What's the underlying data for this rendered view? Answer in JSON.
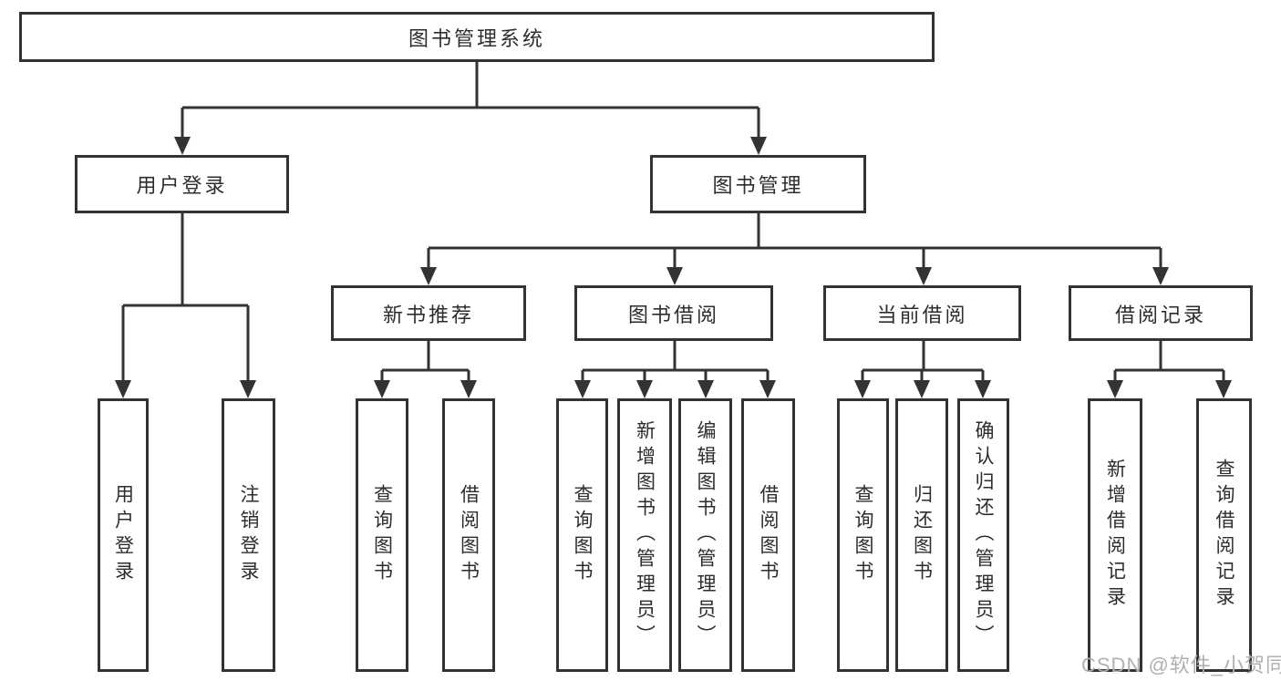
{
  "chart": {
    "type": "org-hierarchy-diagram",
    "title": "图书管理系统",
    "line_color": "#333333",
    "box_fill": "#ffffff",
    "text_color": "#2d2d2d"
  },
  "tree": {
    "root": {
      "label": "图书管理系统"
    },
    "level1": [
      {
        "label": "用户登录",
        "children": [
          {
            "label": "用户登录"
          },
          {
            "label": "注销登录"
          }
        ]
      },
      {
        "label": "图书管理",
        "children": [
          {
            "label": "新书推荐",
            "children": [
              {
                "label": "查询图书"
              },
              {
                "label": "借阅图书"
              }
            ]
          },
          {
            "label": "图书借阅",
            "children": [
              {
                "label": "查询图书"
              },
              {
                "label": "新增图书（管理员）"
              },
              {
                "label": "编辑图书（管理员）"
              },
              {
                "label": "借阅图书"
              }
            ]
          },
          {
            "label": "当前借阅",
            "children": [
              {
                "label": "查询图书"
              },
              {
                "label": "归还图书"
              },
              {
                "label": "确认归还（管理员）"
              }
            ]
          },
          {
            "label": "借阅记录",
            "children": [
              {
                "label": "新增借阅记录"
              },
              {
                "label": "查询借阅记录"
              }
            ]
          }
        ]
      }
    ]
  },
  "watermark": {
    "text": "CSDN @软件_小贺同学",
    "color": "#b0b0b0"
  }
}
